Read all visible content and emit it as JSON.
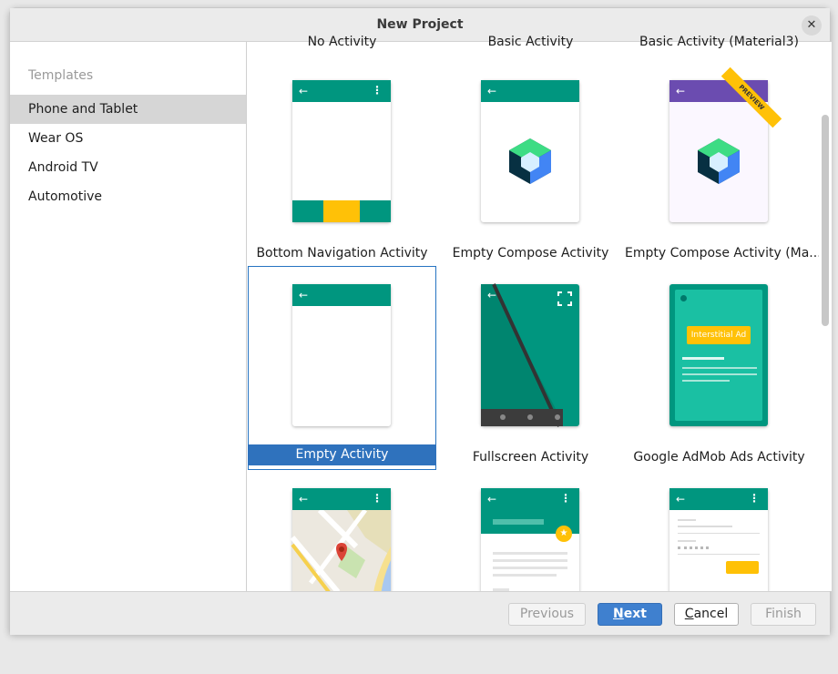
{
  "window": {
    "title": "New Project",
    "close_glyph": "✕"
  },
  "sidebar": {
    "header": "Templates",
    "items": [
      {
        "label": "Phone and Tablet",
        "selected": true
      },
      {
        "label": "Wear OS",
        "selected": false
      },
      {
        "label": "Android TV",
        "selected": false
      },
      {
        "label": "Automotive",
        "selected": false
      }
    ]
  },
  "templates": {
    "top_row_labels": [
      "No Activity",
      "Basic Activity",
      "Basic Activity (Material3)"
    ],
    "row1": [
      "Bottom Navigation Activity",
      "Empty Compose Activity",
      "Empty Compose Activity (Ma..."
    ],
    "row2": [
      "Empty Activity",
      "Fullscreen Activity",
      "Google AdMob Ads Activity"
    ],
    "selected": "Empty Activity",
    "preview_badge": "PREVIEW",
    "ad_label": "Interstitial Ad"
  },
  "footer": {
    "previous": "Previous",
    "next_underlined": "N",
    "next_rest": "ext",
    "cancel_underlined": "C",
    "cancel_rest": "ancel",
    "finish": "Finish"
  },
  "icons": {
    "back": "←",
    "more": "⋮",
    "star": "★",
    "fullscreen": "⛶"
  },
  "colors": {
    "accent": "#00967f",
    "purple": "#6b4cb0",
    "amber": "#ffc107",
    "selection": "#2f72bd"
  }
}
